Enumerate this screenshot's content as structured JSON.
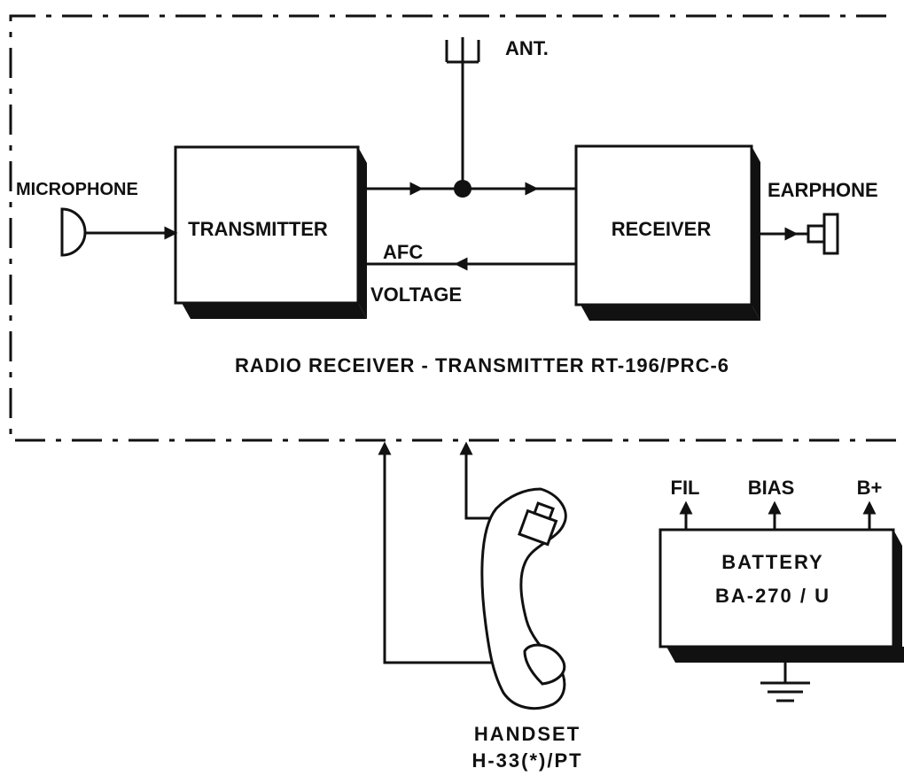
{
  "diagram": {
    "labels": {
      "antenna": "ANT.",
      "microphone": "MICROPHONE",
      "earphone": "EARPHONE",
      "afc": "AFC",
      "voltage": "VOLTAGE",
      "enclosure_title": "RADIO RECEIVER - TRANSMITTER RT-196/PRC-6",
      "fil": "FIL",
      "bias": "BIAS",
      "b_plus": "B+",
      "handset_line1": "HANDSET",
      "handset_line2": "H-33(*)/PT"
    },
    "blocks": {
      "transmitter": "TRANSMITTER",
      "receiver": "RECEIVER",
      "battery_line1": "BATTERY",
      "battery_line2": "BA-270 / U"
    }
  }
}
